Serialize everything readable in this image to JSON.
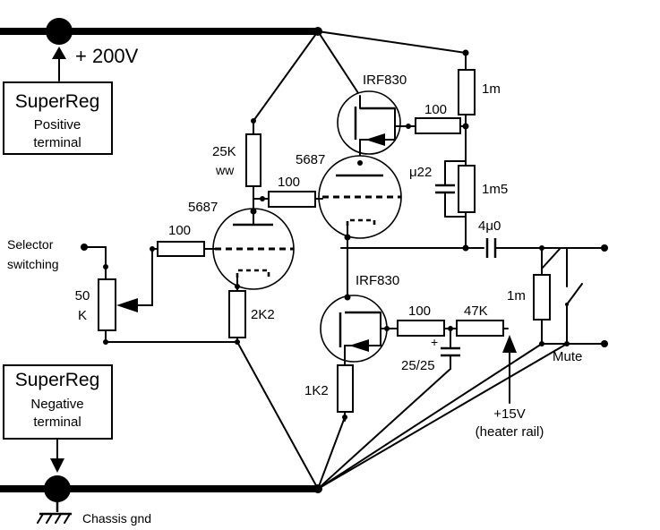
{
  "labels": {
    "supply_voltage": "+ 200V",
    "superreg_pos_title": "SuperReg",
    "superreg_pos_line1": "Positive",
    "superreg_pos_line2": "terminal",
    "superreg_neg_title": "SuperReg",
    "superreg_neg_line1": "Negative",
    "superreg_neg_line2": "terminal",
    "chassis_gnd": "Chassis gnd",
    "selector_line1": "Selector",
    "selector_line2": "switching",
    "pot_value_line1": "50",
    "pot_value_line2": "K",
    "mosfet_top": "IRF830",
    "mosfet_bottom": "IRF830",
    "tube_upper": "5687",
    "tube_left": "5687",
    "r_drain_line1": "25K",
    "r_drain_line2": "ww",
    "r_grid_upper": "100",
    "r_grid_left": "100",
    "r_gate_top": "100",
    "r_gate_bottom": "100",
    "r_1m_top": "1m",
    "r_1m5": "1m5",
    "cap_u22": "μ22",
    "cap_output": "4μ0",
    "r_2k2": "2K2",
    "r_1k2": "1K2",
    "r_47k": "47K",
    "cap_25_plus": "+",
    "cap_25": "25/25",
    "r_1m_out": "1m",
    "mute": "Mute",
    "heater_line1": "+15V",
    "heater_line2": "(heater rail)"
  }
}
